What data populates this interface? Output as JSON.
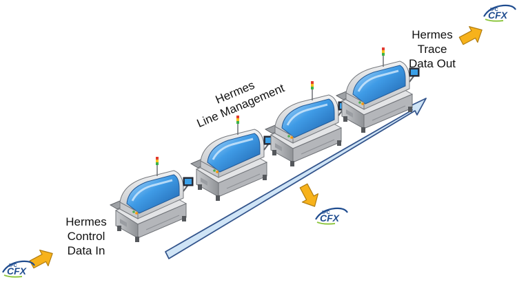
{
  "labels": {
    "control": [
      "Hermes",
      "Control",
      "Data In"
    ],
    "trace": [
      "Hermes",
      "Trace",
      "Data Out"
    ],
    "line": [
      "Hermes",
      "Line Management"
    ]
  },
  "badge": {
    "top": "IPC",
    "main": "CFX"
  },
  "colors": {
    "arrow_fill": "#f7b21b",
    "arrow_stroke": "#b07c10",
    "flow_fill": "#cfe4f6",
    "flow_stroke": "#34558c",
    "machine_body": "#d9dadc",
    "machine_glass": "#2f8bd8",
    "badge_blue": "#1f4c8f",
    "badge_green": "#8dc63f"
  }
}
